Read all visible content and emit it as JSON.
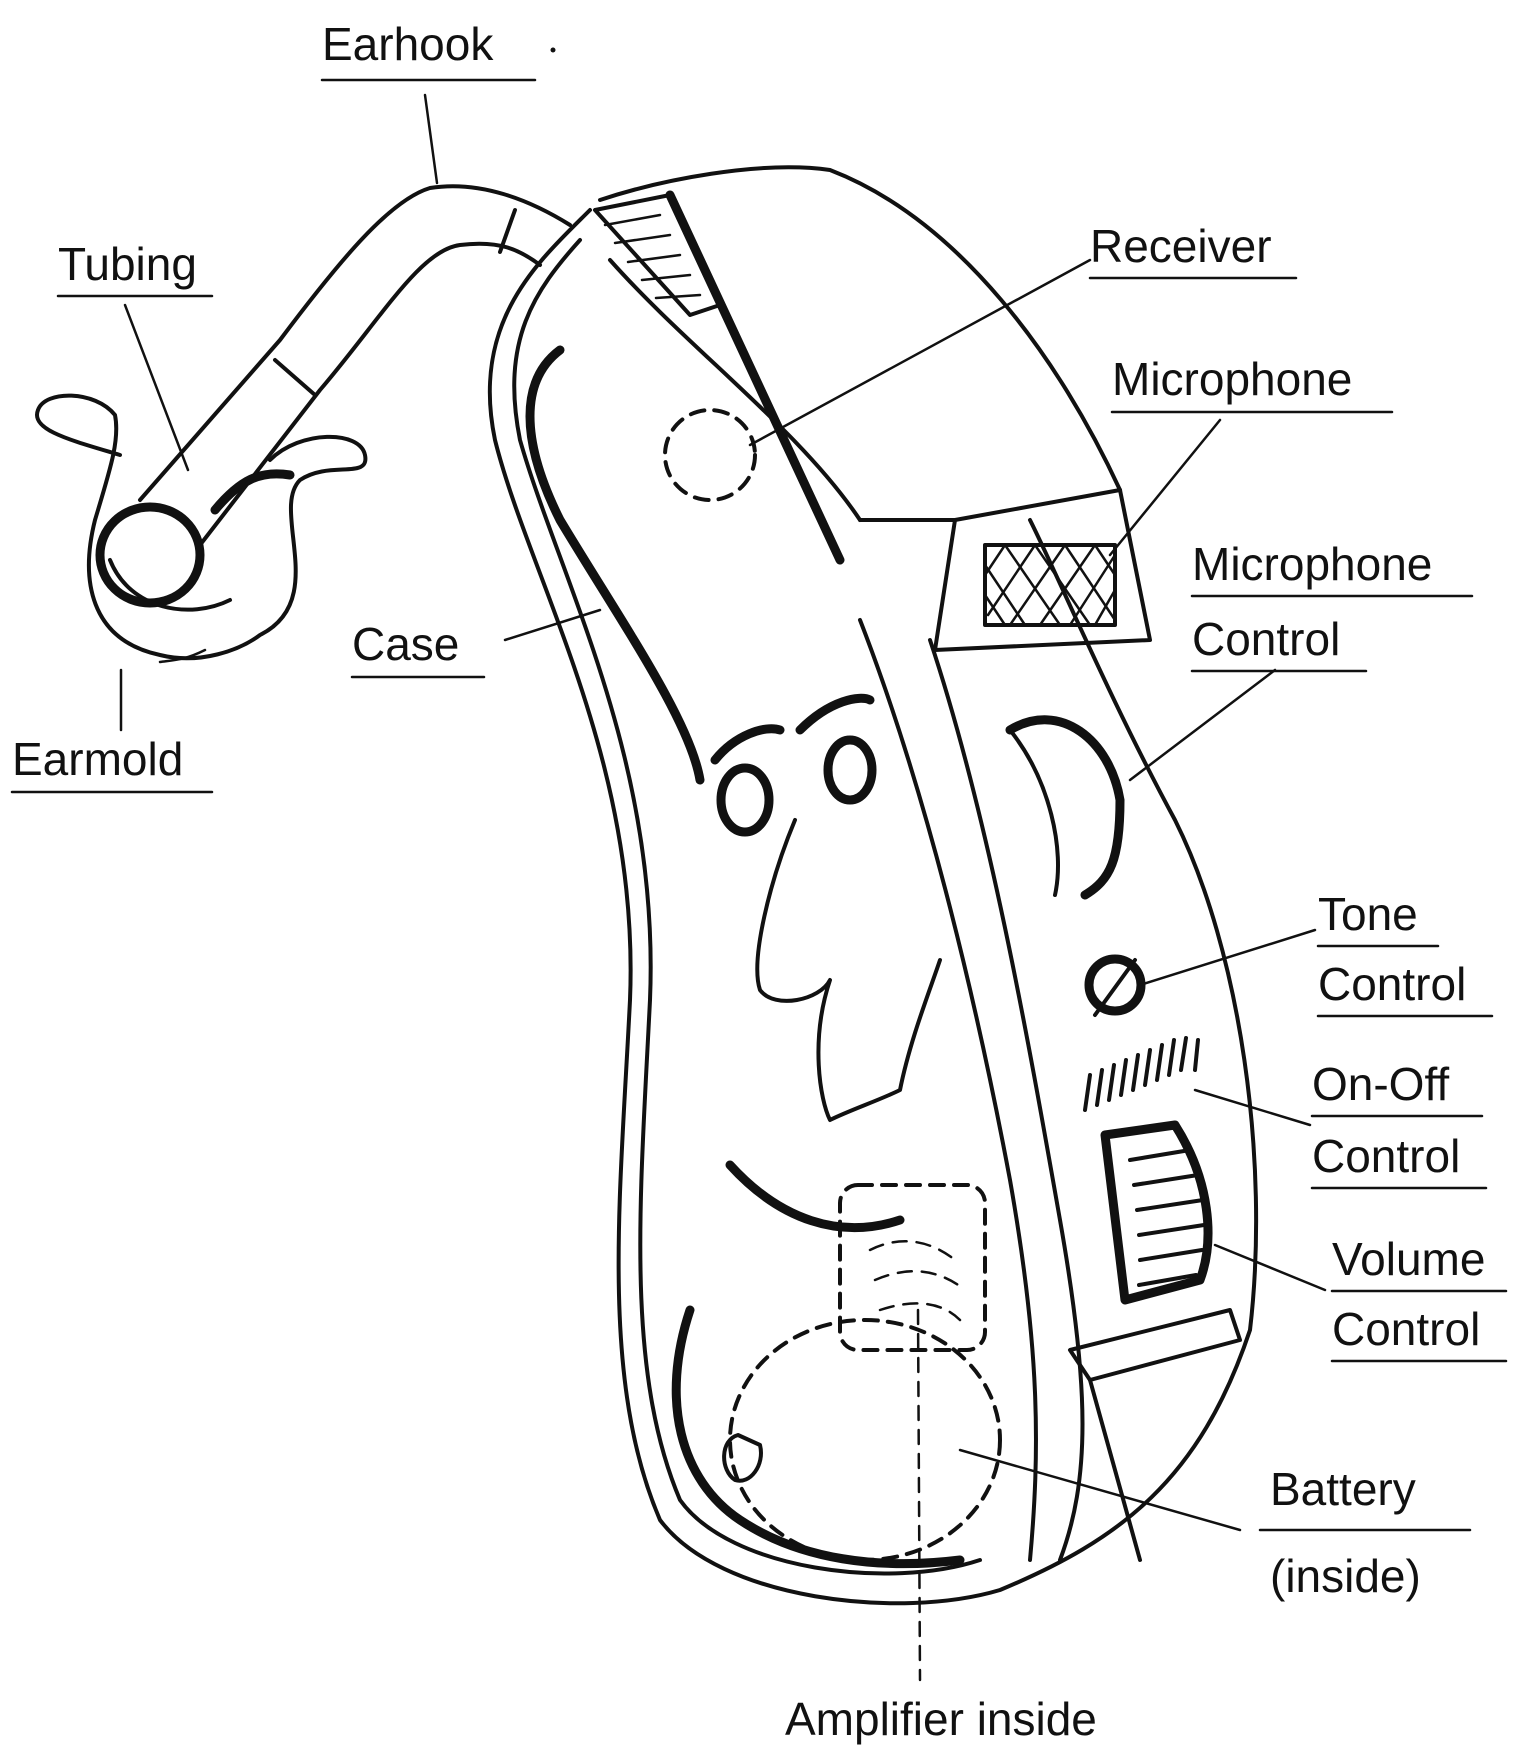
{
  "labels": {
    "earhook": "Earhook",
    "tubing": "Tubing",
    "earmold": "Earmold",
    "case": "Case",
    "receiver": "Receiver",
    "microphone": "Microphone",
    "microphone_control_line1": "Microphone",
    "microphone_control_line2": "Control",
    "tone_control_line1": "Tone",
    "tone_control_line2": "Control",
    "onoff_control_line1": "On-Off",
    "onoff_control_line2": "Control",
    "volume_control_line1": "Volume",
    "volume_control_line2": "Control",
    "battery_line1": "Battery",
    "battery_line2": "(inside)",
    "amplifier": "Amplifier inside"
  },
  "colors": {
    "ink": "#111111",
    "background": "#ffffff"
  }
}
